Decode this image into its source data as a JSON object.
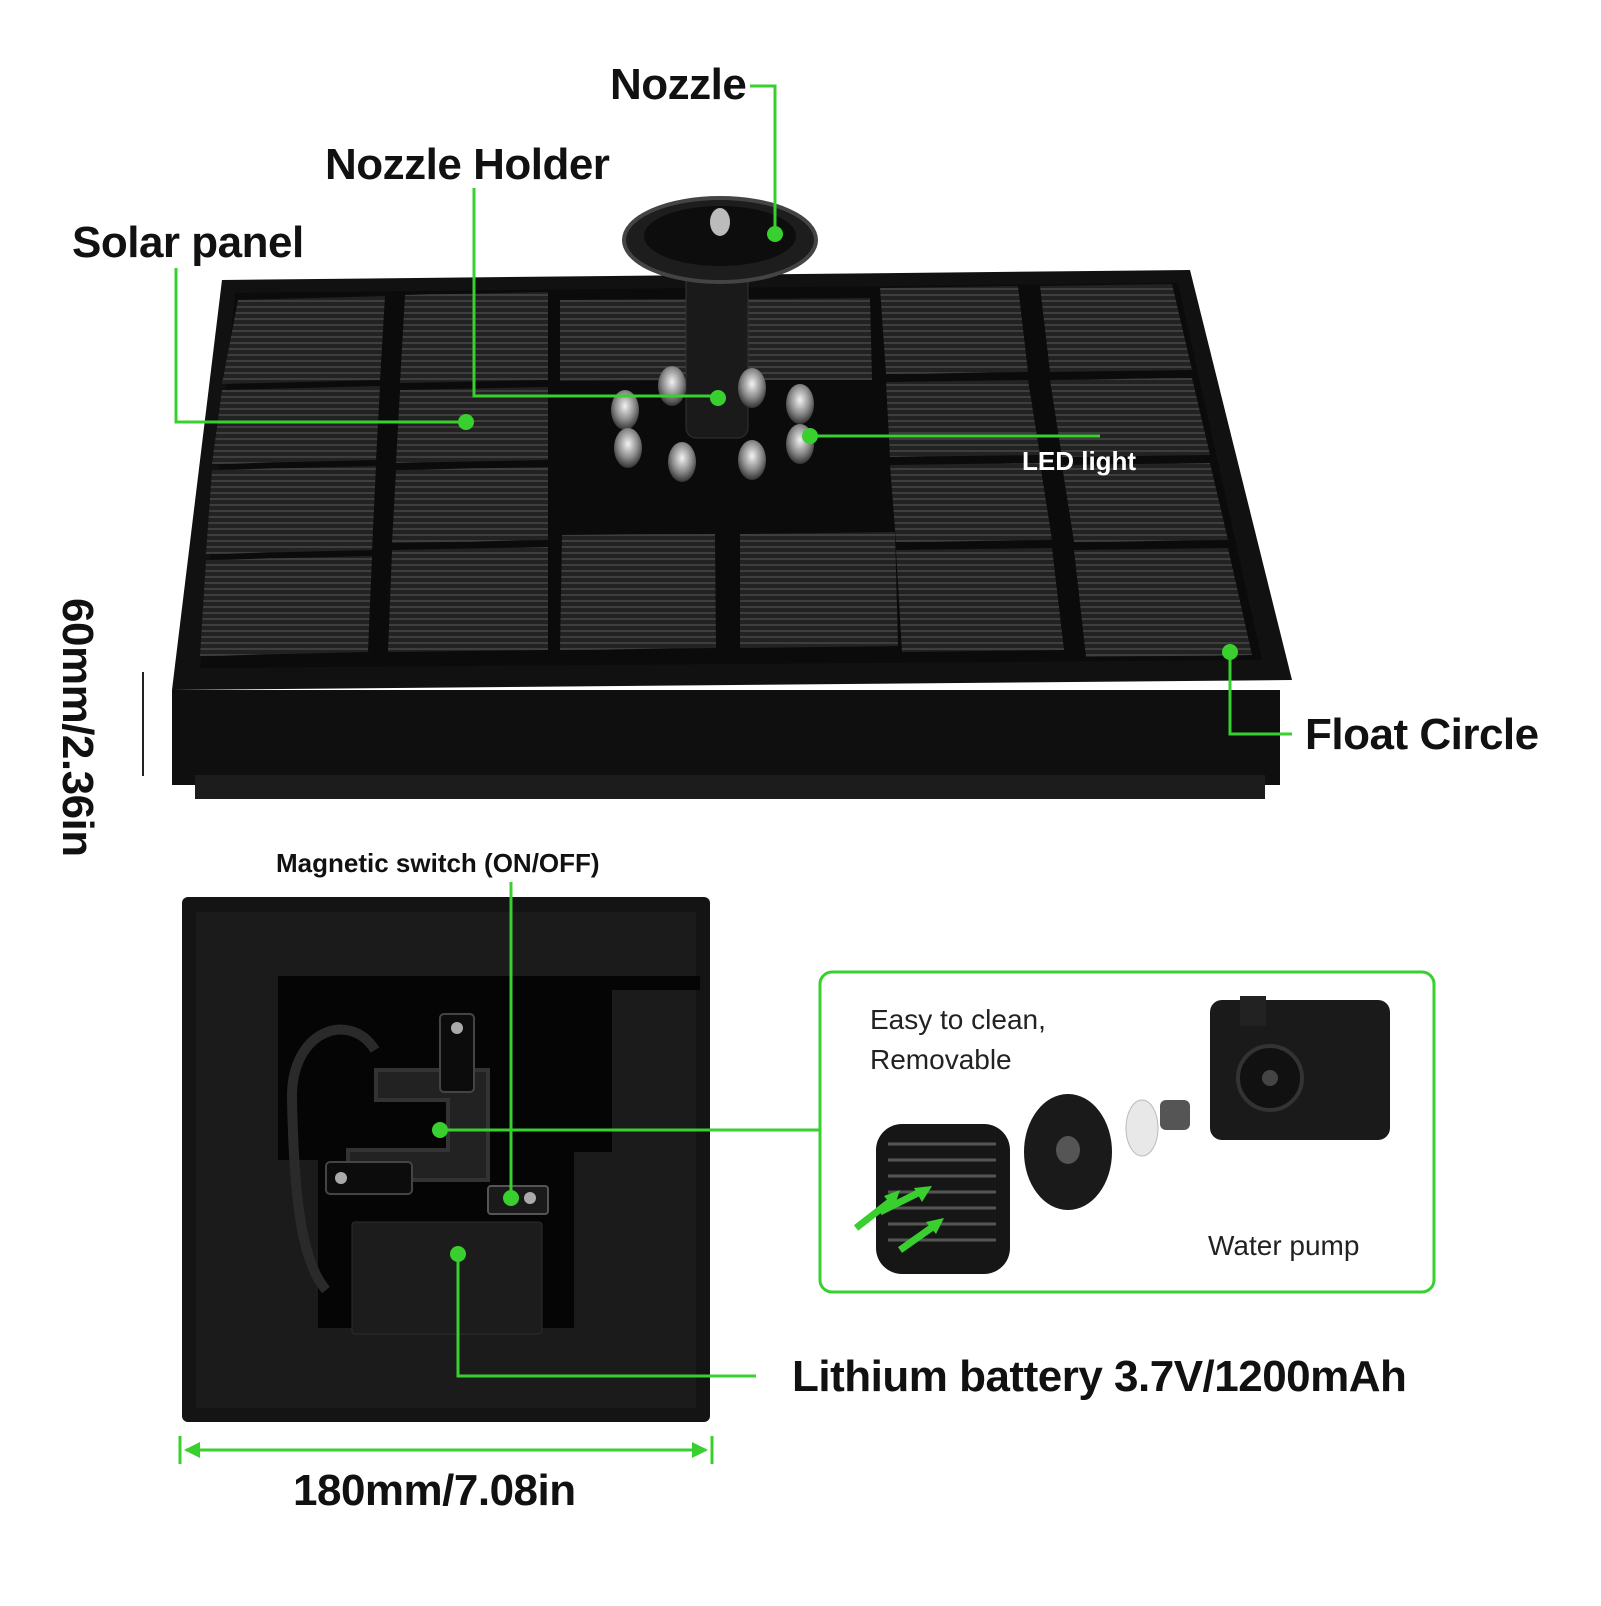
{
  "labels": {
    "nozzle": "Nozzle",
    "nozzle_holder": "Nozzle Holder",
    "solar_panel": "Solar panel",
    "led_light": "LED light",
    "float_circle": "Float Circle",
    "height": "60mm/2.36in",
    "magnetic_switch": "Magnetic switch (ON/OFF)",
    "easy_clean": "Easy to clean,\nRemovable",
    "water_pump": "Water pump",
    "battery": "Lithium battery 3.7V/1200mAh",
    "width": "180mm/7.08in"
  },
  "colors": {
    "accent": "#39d02f",
    "panel": "#141414",
    "cell": "#2a2a2a"
  }
}
